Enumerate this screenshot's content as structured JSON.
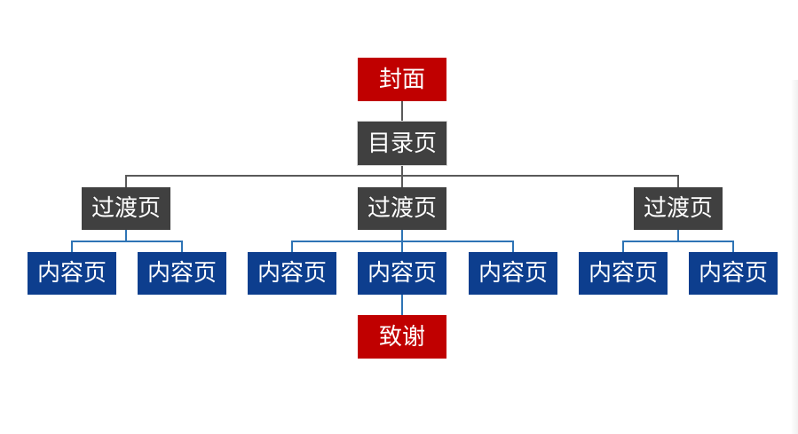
{
  "colors": {
    "cover": "#c00000",
    "toc": "#404040",
    "transition": "#404040",
    "content": "#0d3e8e",
    "thanks": "#c00000",
    "gray_line": "#595959",
    "blue_line": "#2e74b5"
  },
  "nodes": {
    "cover": "封面",
    "toc": "目录页",
    "transition_1": "过渡页",
    "transition_2": "过渡页",
    "transition_3": "过渡页",
    "content_1": "内容页",
    "content_2": "内容页",
    "content_3": "内容页",
    "content_4": "内容页",
    "content_5": "内容页",
    "content_6": "内容页",
    "content_7": "内容页",
    "thanks": "致谢"
  }
}
